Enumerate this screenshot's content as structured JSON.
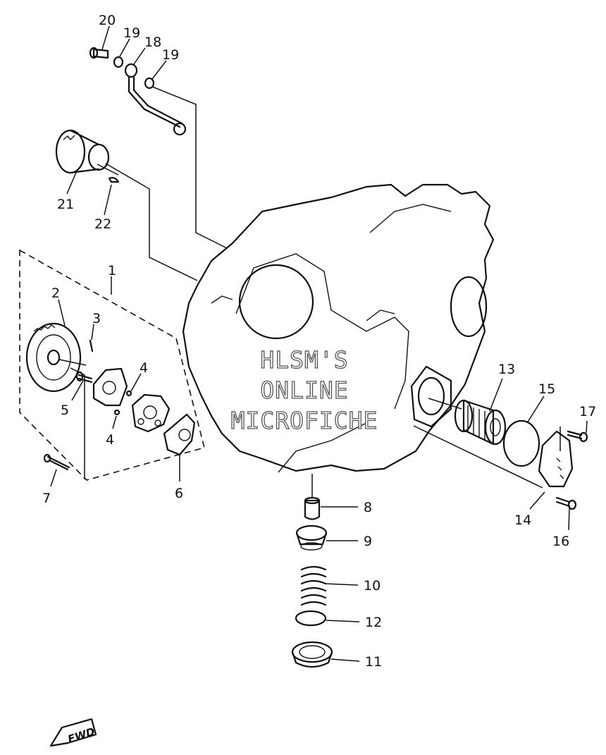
{
  "watermark": [
    "HLSM'S",
    "ONLINE",
    "MICROFICHE"
  ],
  "direction_label": "FWD",
  "callouts": [
    {
      "id": "p1",
      "label": "1"
    },
    {
      "id": "p2",
      "label": "2"
    },
    {
      "id": "p3",
      "label": "3"
    },
    {
      "id": "p4a",
      "label": "4"
    },
    {
      "id": "p4b",
      "label": "4"
    },
    {
      "id": "p5",
      "label": "5"
    },
    {
      "id": "p6",
      "label": "6"
    },
    {
      "id": "p7",
      "label": "7"
    },
    {
      "id": "p8",
      "label": "8"
    },
    {
      "id": "p9",
      "label": "9"
    },
    {
      "id": "p10",
      "label": "10"
    },
    {
      "id": "p11",
      "label": "11"
    },
    {
      "id": "p12",
      "label": "12"
    },
    {
      "id": "p13",
      "label": "13"
    },
    {
      "id": "p14",
      "label": "14"
    },
    {
      "id": "p15",
      "label": "15"
    },
    {
      "id": "p16",
      "label": "16"
    },
    {
      "id": "p17",
      "label": "17"
    },
    {
      "id": "p18",
      "label": "18"
    },
    {
      "id": "p19a",
      "label": "19"
    },
    {
      "id": "p19b",
      "label": "19"
    },
    {
      "id": "p20",
      "label": "20"
    },
    {
      "id": "p21",
      "label": "21"
    },
    {
      "id": "p22",
      "label": "22"
    }
  ]
}
